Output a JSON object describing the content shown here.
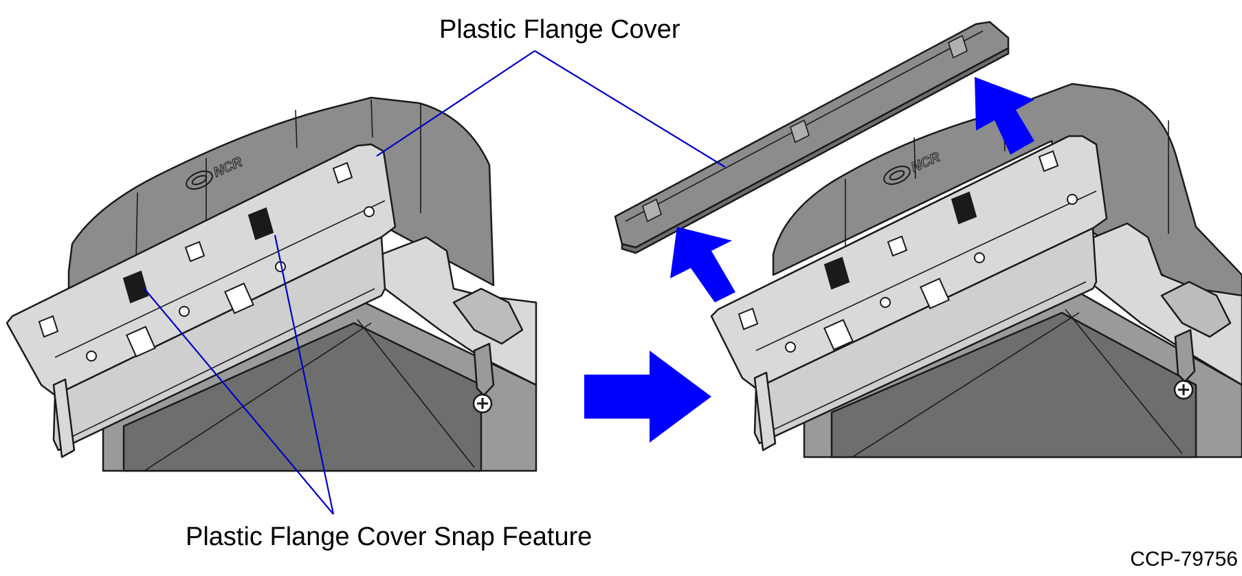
{
  "callouts": {
    "plastic_flange_cover": "Plastic Flange Cover",
    "snap_feature": "Plastic Flange Cover Snap Feature"
  },
  "figure_id": "CCP-79756",
  "colors": {
    "leader_line": "#0000c8",
    "arrow": "#0000ff",
    "housing": "#8c8c8c",
    "housing_dark": "#6e6e6e",
    "flange_plate": "#d9d9d9",
    "cavity": "#9a9a9a",
    "outline": "#1a1a1a"
  },
  "icons": [
    "ncr-logo-icon",
    "screw-icon",
    "right-arrow-icon",
    "up-arrow-icon"
  ]
}
